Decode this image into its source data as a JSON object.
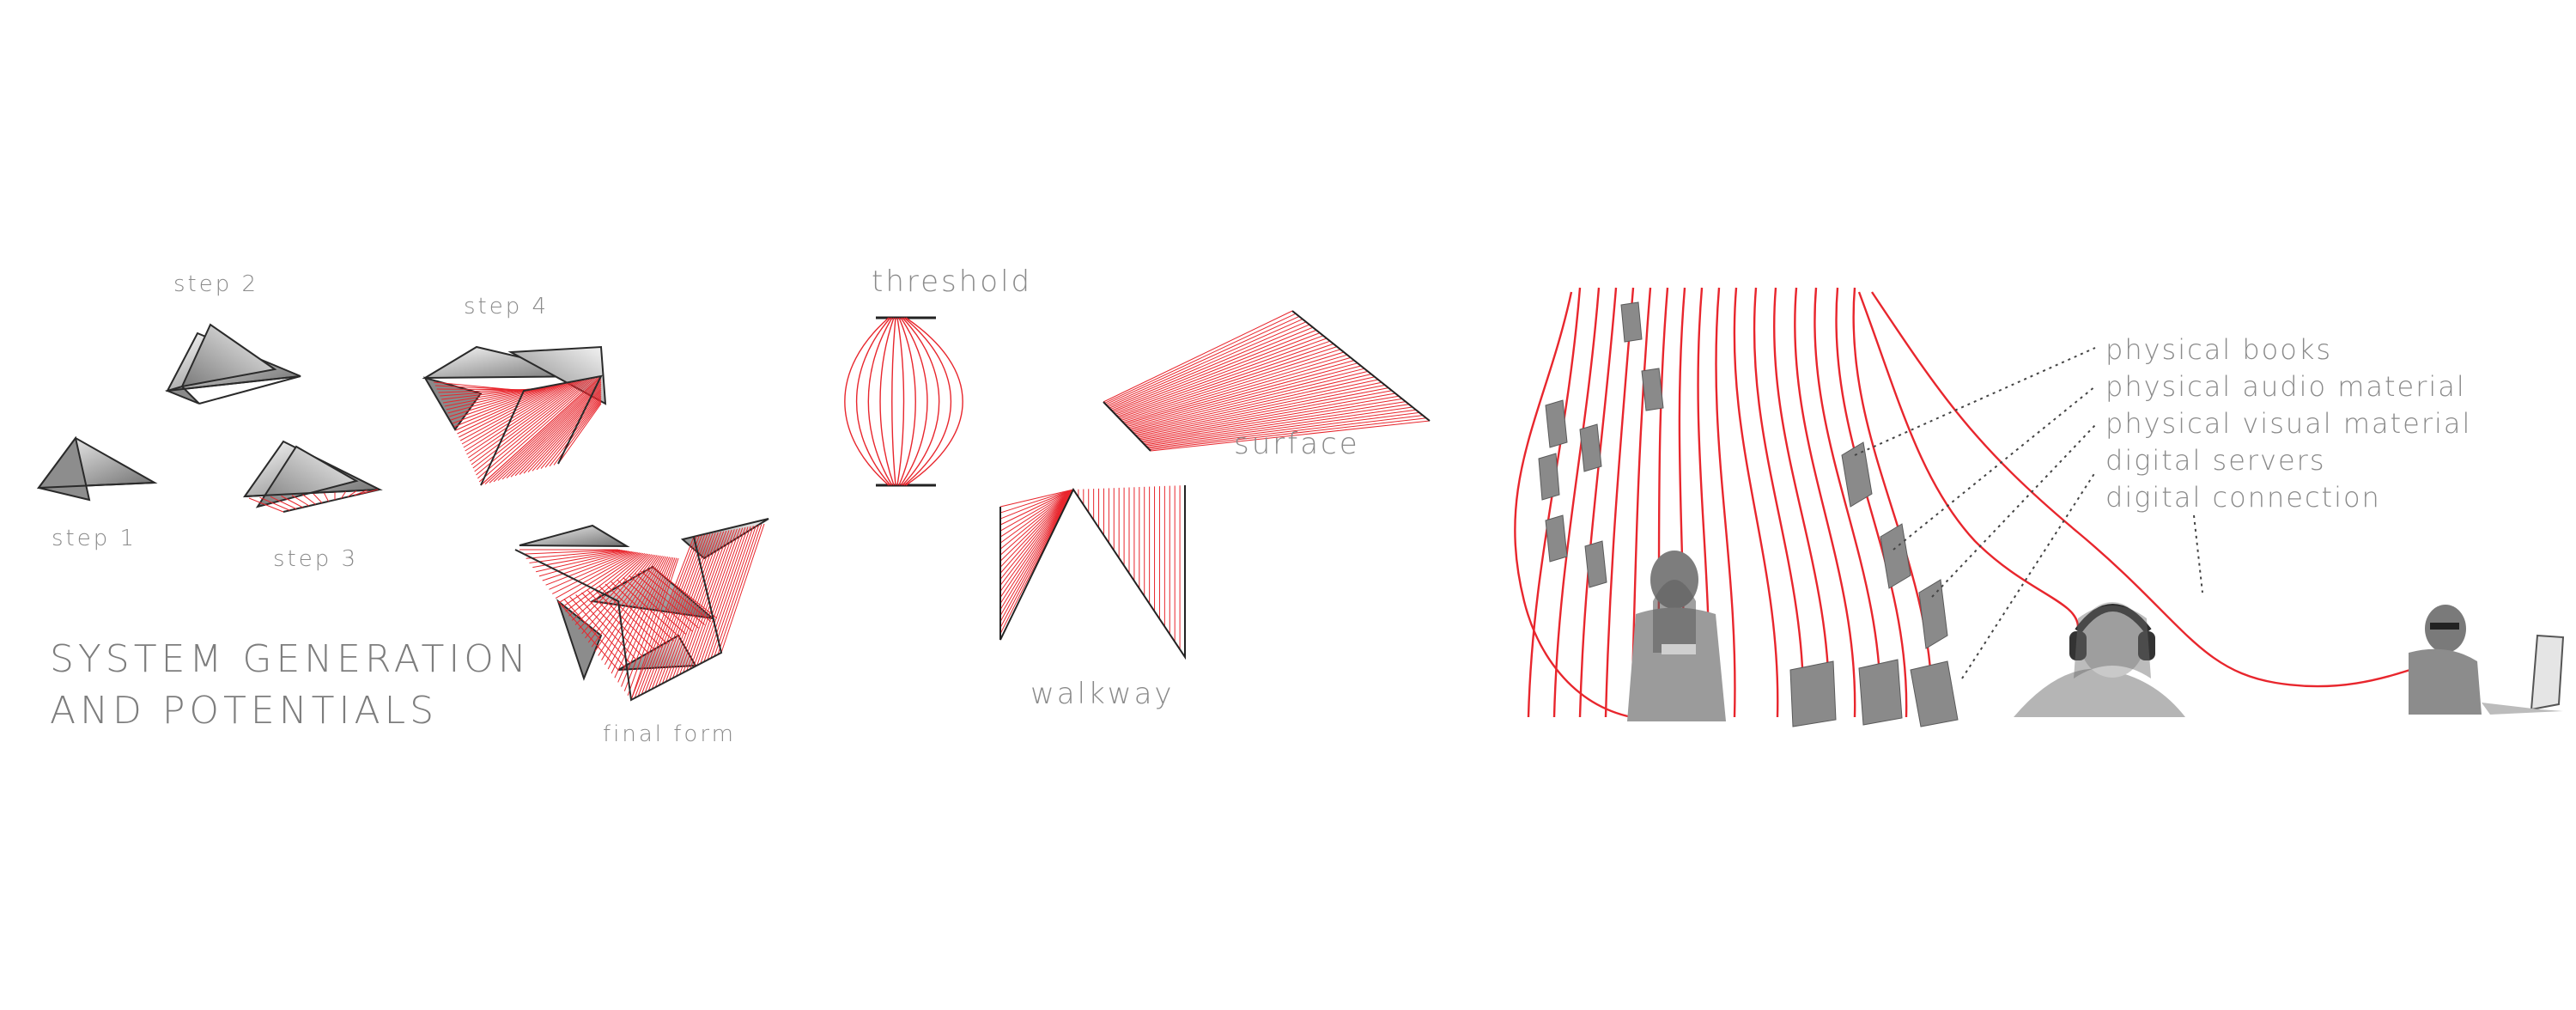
{
  "title": {
    "line1": "SYSTEM GENERATION",
    "line2": "AND POTENTIALS"
  },
  "steps": {
    "step1": "step 1",
    "step2": "step 2",
    "step3": "step 3",
    "step4": "step 4",
    "final": "final form"
  },
  "potentials": {
    "threshold": "threshold",
    "surface": "surface",
    "walkway": "walkway"
  },
  "legend": [
    "physical books",
    "physical audio material",
    "physical visual material",
    "digital servers",
    "digital connection"
  ],
  "colors": {
    "accent_red": "#e8262d",
    "dark_stroke": "#222222",
    "grey_fill": "#9a9a9a",
    "text_grey": "#8a8a8a"
  }
}
